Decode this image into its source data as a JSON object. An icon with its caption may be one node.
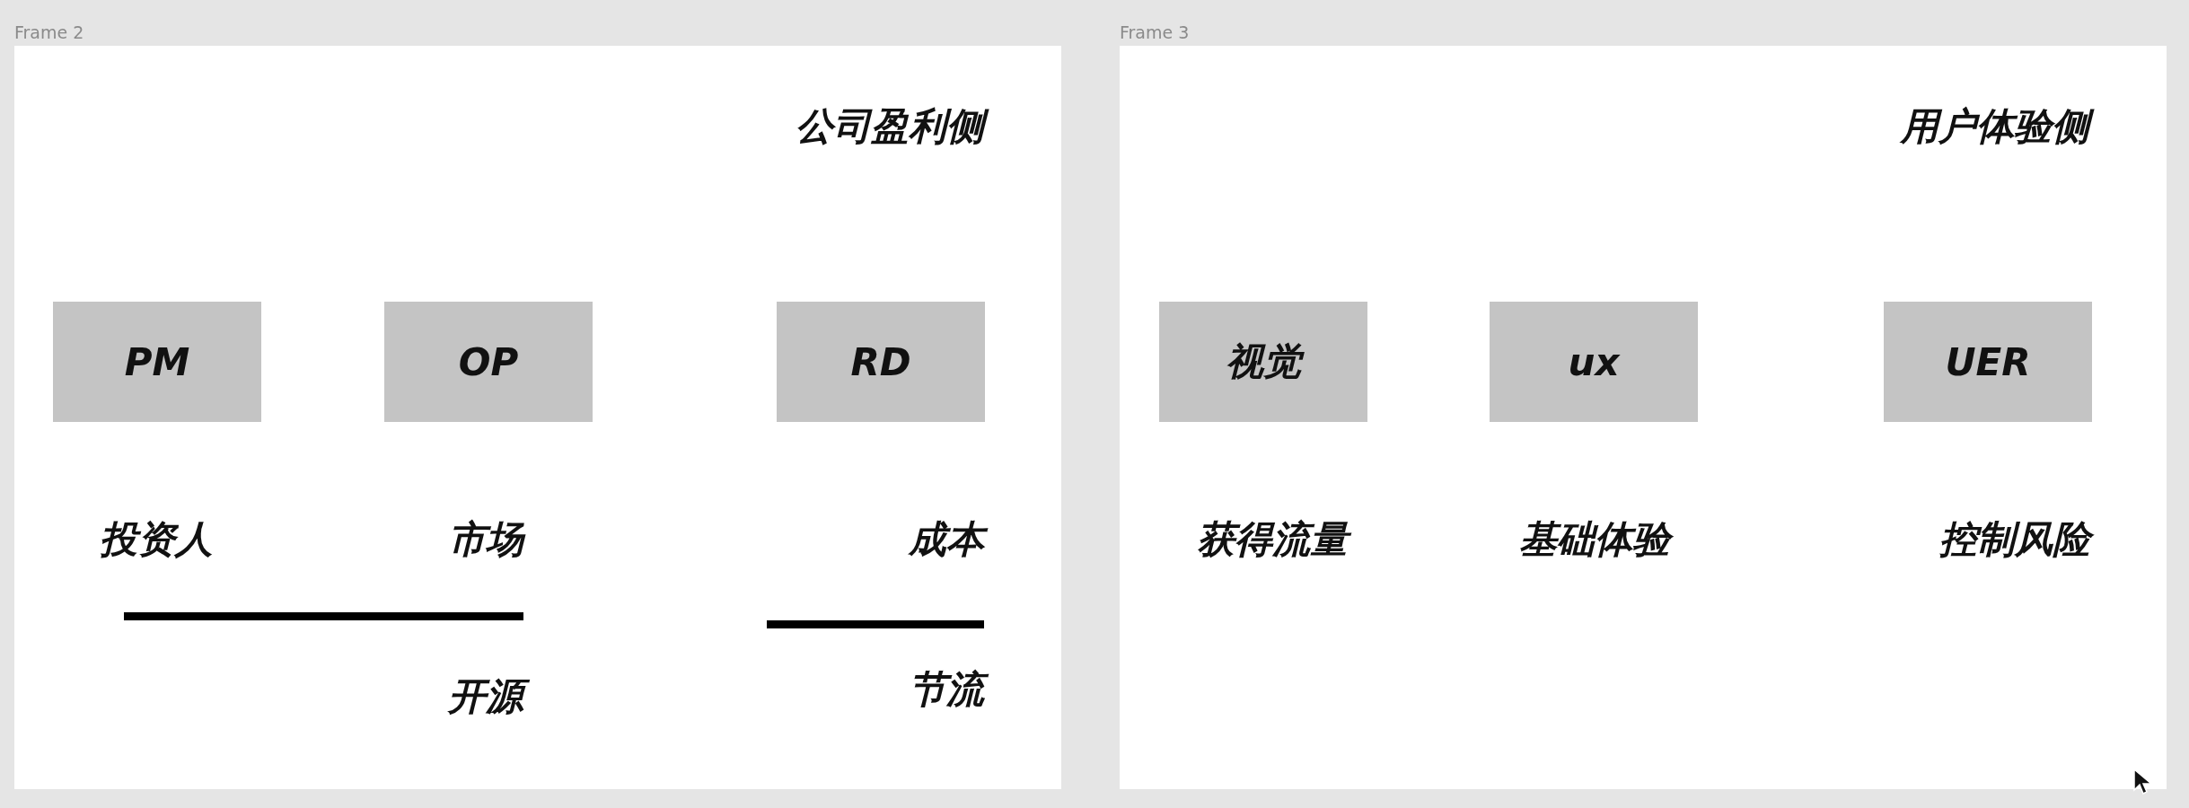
{
  "diagram": {
    "nodes": [
      {
        "text": [
          "Frame 2",
          "公司盈利侧"
        ]
      },
      {
        "text": [
          "PM"
        ],
        "in": 0
      },
      {
        "text": [
          "OP"
        ],
        "in": 0
      },
      {
        "text": [
          "RD"
        ],
        "in": 0
      },
      {
        "text": [
          "Frame 3",
          "用户体验侧"
        ]
      },
      {
        "text": [
          "视觉"
        ],
        "in": 4
      },
      {
        "text": [
          "ux"
        ],
        "in": 4
      },
      {
        "text": [
          "UER"
        ],
        "in": 4
      }
    ],
    "labels": [
      "投资人",
      "市场",
      "成本",
      "开源",
      "节流",
      "获得流量",
      "基础体验",
      "控制风险"
    ]
  }
}
